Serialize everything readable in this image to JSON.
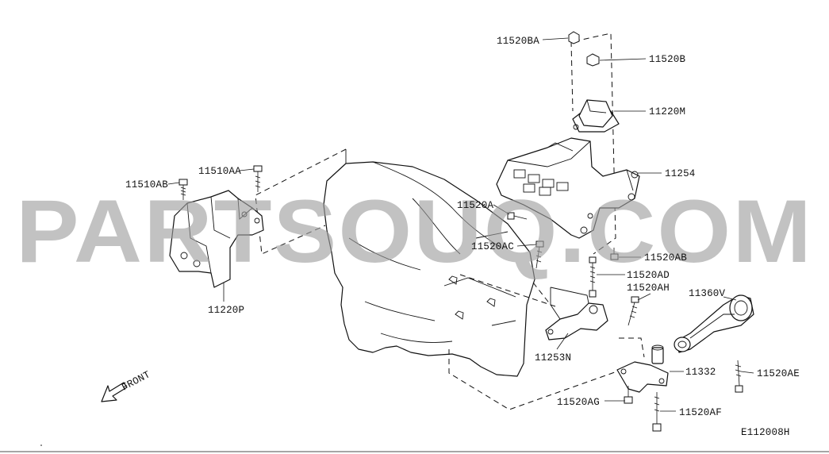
{
  "watermark": "PARTSOUQ.COM",
  "diagram_code": "E112008H",
  "front_label": "FRONT",
  "labels": {
    "b11520BA": "11520BA",
    "b11520B": "11520B",
    "b11220M": "11220M",
    "b11254": "11254",
    "b11520A": "11520A",
    "b11520AC": "11520AC",
    "b11520AB": "11520AB",
    "b11520AD": "11520AD",
    "b11520AH": "11520AH",
    "b11360V": "11360V",
    "b11253N": "11253N",
    "b11332": "11332",
    "b11520AE": "11520AE",
    "b11520AG": "11520AG",
    "b11520AF": "11520AF",
    "b11510AB": "11510AB",
    "b11510AA": "11510AA",
    "b11220P": "11220P"
  },
  "colors": {
    "line": "#111111",
    "watermark": "#9e9e9e",
    "background": "#ffffff"
  }
}
